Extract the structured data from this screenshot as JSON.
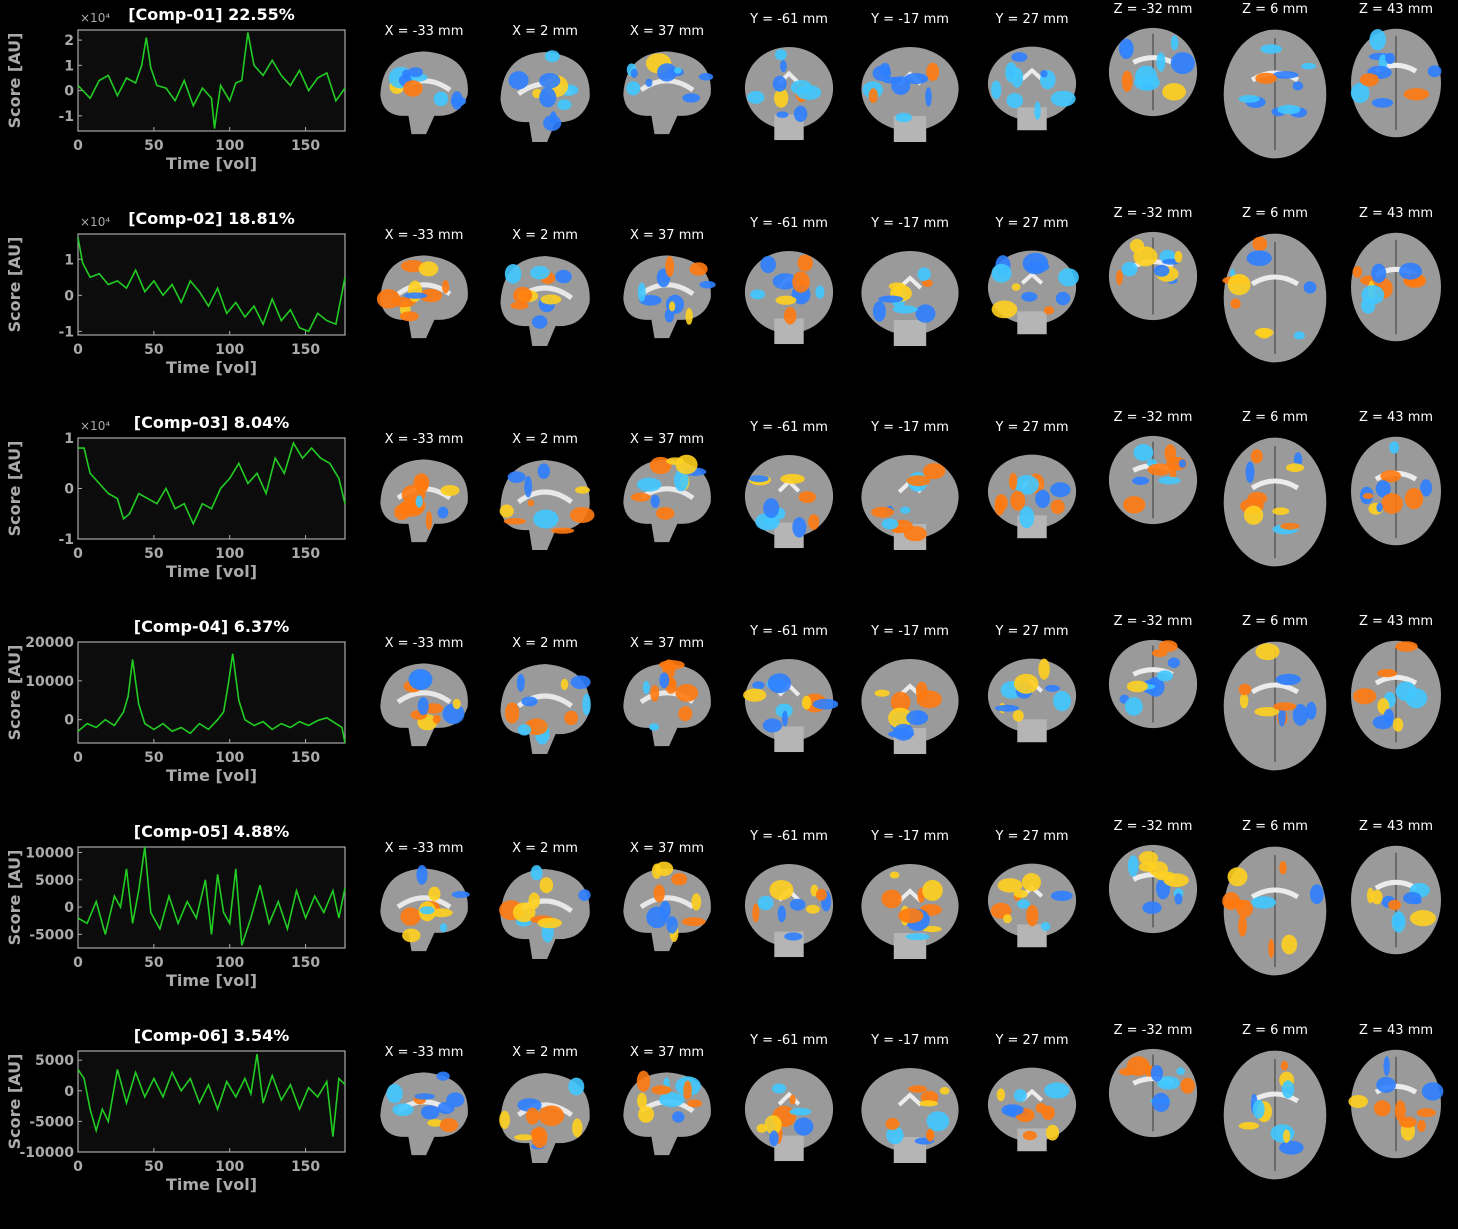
{
  "colors": {
    "trace": "#22cc22",
    "axes": "#aaaaaa",
    "background": "#000000",
    "plot_bg": "#0c0c0c",
    "positive": "#ff7a10",
    "positive_hot": "#ffd020",
    "negative": "#2f7fff",
    "negative_cold": "#40c8ff"
  },
  "slice_labels": [
    "X = -33 mm",
    "X = 2 mm",
    "X = 37 mm",
    "Y = -61 mm",
    "Y = -17 mm",
    "Y = 27 mm",
    "Z = -32 mm",
    "Z = 6 mm",
    "Z = 43 mm"
  ],
  "chart_data": [
    {
      "type": "line",
      "title": "[Comp-01] 22.55%",
      "xlabel": "Time [vol]",
      "ylabel": "Score [AU]",
      "exponent": "×10⁴",
      "xlim": [
        0,
        176
      ],
      "ylim": [
        -1.6,
        2.4
      ],
      "xticks": [
        0,
        50,
        100,
        150
      ],
      "yticks": [
        -1,
        0,
        1,
        2
      ],
      "ytick_labels": [
        "-1",
        "0",
        "1",
        "2"
      ],
      "x": [
        0,
        8,
        14,
        20,
        26,
        32,
        38,
        42,
        45,
        48,
        52,
        58,
        64,
        70,
        76,
        82,
        88,
        90,
        94,
        100,
        104,
        108,
        110,
        112,
        116,
        122,
        128,
        134,
        140,
        146,
        152,
        158,
        164,
        170,
        176
      ],
      "y": [
        0.2,
        -0.3,
        0.4,
        0.6,
        -0.2,
        0.5,
        0.3,
        1.0,
        2.1,
        0.9,
        0.2,
        0.1,
        -0.4,
        0.4,
        -0.6,
        0.1,
        -0.3,
        -1.5,
        0.2,
        -0.4,
        0.3,
        0.4,
        1.4,
        2.3,
        1.0,
        0.6,
        1.2,
        0.6,
        0.2,
        0.8,
        0.0,
        0.5,
        0.7,
        -0.4,
        0.1
      ]
    },
    {
      "type": "line",
      "title": "[Comp-02] 18.81%",
      "xlabel": "Time [vol]",
      "ylabel": "Score [AU]",
      "exponent": "×10⁴",
      "xlim": [
        0,
        176
      ],
      "ylim": [
        -1.1,
        1.7
      ],
      "xticks": [
        0,
        50,
        100,
        150
      ],
      "yticks": [
        -1,
        0,
        1
      ],
      "ytick_labels": [
        "-1",
        "0",
        "1"
      ],
      "x": [
        0,
        3,
        8,
        14,
        20,
        26,
        32,
        38,
        44,
        50,
        56,
        62,
        68,
        74,
        80,
        86,
        92,
        98,
        104,
        110,
        116,
        122,
        128,
        134,
        140,
        146,
        152,
        158,
        164,
        170,
        176
      ],
      "y": [
        1.6,
        0.9,
        0.5,
        0.6,
        0.3,
        0.4,
        0.2,
        0.7,
        0.1,
        0.4,
        0.0,
        0.3,
        -0.2,
        0.4,
        0.1,
        -0.3,
        0.2,
        -0.5,
        -0.2,
        -0.6,
        -0.3,
        -0.8,
        -0.1,
        -0.7,
        -0.4,
        -0.9,
        -1.0,
        -0.5,
        -0.7,
        -0.8,
        0.5
      ]
    },
    {
      "type": "line",
      "title": "[Comp-03] 8.04%",
      "xlabel": "Time [vol]",
      "ylabel": "Score [AU]",
      "exponent": "×10⁴",
      "xlim": [
        0,
        176
      ],
      "ylim": [
        -1,
        1
      ],
      "xticks": [
        0,
        50,
        100,
        150
      ],
      "yticks": [
        -1,
        0,
        1
      ],
      "ytick_labels": [
        "-1",
        "0",
        "1"
      ],
      "x": [
        0,
        4,
        8,
        14,
        20,
        26,
        30,
        34,
        40,
        46,
        52,
        58,
        64,
        70,
        76,
        82,
        88,
        94,
        100,
        106,
        112,
        118,
        124,
        130,
        136,
        142,
        148,
        154,
        160,
        166,
        172,
        176
      ],
      "y": [
        0.8,
        0.8,
        0.3,
        0.1,
        -0.1,
        -0.2,
        -0.6,
        -0.5,
        -0.1,
        -0.2,
        -0.3,
        0.0,
        -0.4,
        -0.3,
        -0.7,
        -0.3,
        -0.4,
        0.0,
        0.2,
        0.5,
        0.1,
        0.3,
        -0.1,
        0.6,
        0.3,
        0.9,
        0.6,
        0.8,
        0.6,
        0.5,
        0.2,
        -0.3
      ]
    },
    {
      "type": "line",
      "title": "[Comp-04] 6.37%",
      "xlabel": "Time [vol]",
      "ylabel": "Score [AU]",
      "exponent": "",
      "xlim": [
        0,
        176
      ],
      "ylim": [
        -6000,
        20000
      ],
      "xticks": [
        0,
        50,
        100,
        150
      ],
      "yticks": [
        0,
        10000,
        20000
      ],
      "ytick_labels": [
        "0",
        "10000",
        "20000"
      ],
      "x": [
        0,
        6,
        12,
        18,
        24,
        30,
        33,
        36,
        40,
        44,
        50,
        56,
        62,
        68,
        74,
        80,
        86,
        92,
        96,
        99,
        102,
        106,
        110,
        116,
        122,
        128,
        134,
        140,
        146,
        152,
        158,
        164,
        170,
        174,
        176
      ],
      "y": [
        -3000,
        -1000,
        -2000,
        0,
        -1500,
        2000,
        6000,
        15500,
        4000,
        -1000,
        -2500,
        -1000,
        -3000,
        -2000,
        -3500,
        -1000,
        -2500,
        0,
        2000,
        9000,
        17000,
        5000,
        0,
        -1500,
        -500,
        -2500,
        -1000,
        -2000,
        -500,
        -1500,
        -200,
        500,
        -1000,
        -2000,
        -6000
      ]
    },
    {
      "type": "line",
      "title": "[Comp-05] 4.88%",
      "xlabel": "Time [vol]",
      "ylabel": "Score [AU]",
      "exponent": "",
      "xlim": [
        0,
        176
      ],
      "ylim": [
        -7500,
        11000
      ],
      "xticks": [
        0,
        50,
        100,
        150
      ],
      "yticks": [
        -5000,
        0,
        5000,
        10000
      ],
      "ytick_labels": [
        "-5000",
        "0",
        "5000",
        "10000"
      ],
      "x": [
        0,
        6,
        12,
        18,
        24,
        28,
        32,
        36,
        40,
        44,
        48,
        54,
        60,
        66,
        72,
        78,
        84,
        88,
        92,
        96,
        100,
        104,
        108,
        114,
        120,
        126,
        132,
        138,
        144,
        150,
        156,
        162,
        168,
        172,
        176
      ],
      "y": [
        -2000,
        -3000,
        1000,
        -5000,
        2000,
        0,
        7000,
        -3000,
        3000,
        11000,
        -1000,
        -4000,
        2000,
        -3000,
        1000,
        -2000,
        5000,
        -5000,
        6000,
        -1000,
        -3000,
        7000,
        -7000,
        -2000,
        4000,
        -3000,
        1000,
        -4000,
        3000,
        -2000,
        2000,
        -1000,
        3000,
        -2000,
        3500
      ]
    },
    {
      "type": "line",
      "title": "[Comp-06] 3.54%",
      "xlabel": "Time [vol]",
      "ylabel": "Score [AU]",
      "exponent": "",
      "xlim": [
        0,
        176
      ],
      "ylim": [
        -10000,
        6500
      ],
      "xticks": [
        0,
        50,
        100,
        150
      ],
      "yticks": [
        -10000,
        -5000,
        0,
        5000
      ],
      "ytick_labels": [
        "-10000",
        "-5000",
        "0",
        "5000"
      ],
      "x": [
        0,
        4,
        8,
        12,
        16,
        20,
        26,
        32,
        38,
        44,
        50,
        56,
        62,
        68,
        74,
        80,
        86,
        92,
        98,
        104,
        110,
        114,
        118,
        122,
        128,
        134,
        140,
        146,
        152,
        158,
        164,
        168,
        172,
        176
      ],
      "y": [
        3500,
        2000,
        -3000,
        -6500,
        -3000,
        -5000,
        3500,
        -2000,
        3000,
        -1000,
        2000,
        -1000,
        3000,
        0,
        2000,
        -2000,
        1000,
        -3000,
        1500,
        -1000,
        2000,
        -500,
        6000,
        -2000,
        2500,
        -1500,
        1000,
        -3000,
        500,
        -1000,
        1500,
        -7500,
        2000,
        1000
      ]
    }
  ]
}
